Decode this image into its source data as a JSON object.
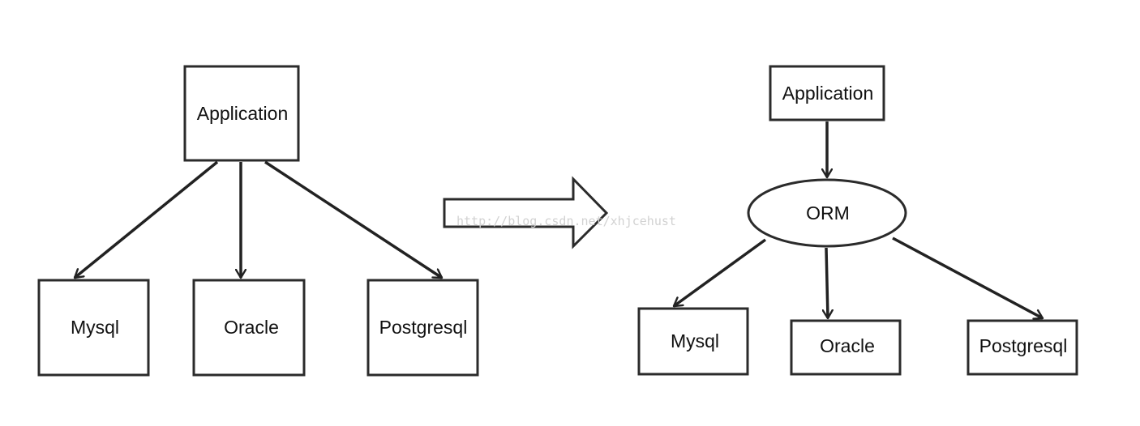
{
  "diagram": {
    "colors": {
      "stroke": "#2b2b2b",
      "text": "#111111",
      "background": "#ffffff",
      "watermark": "#d2d2d2"
    },
    "left": {
      "application": "Application",
      "mysql": "Mysql",
      "oracle": "Oracle",
      "postgresql": "Postgresql"
    },
    "transition_arrow": "hollow-right-arrow",
    "right": {
      "application": "Application",
      "orm": "ORM",
      "mysql": "Mysql",
      "oracle": "Oracle",
      "postgresql": "Postgresql"
    },
    "watermark": "http://blog.csdn.net/xhjcehust"
  }
}
